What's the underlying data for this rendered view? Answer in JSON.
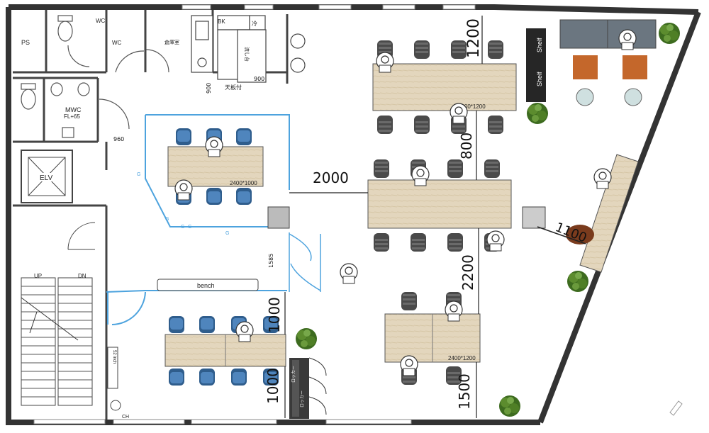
{
  "rooms": {
    "ps": "PS",
    "wc_left": "WC",
    "wc_upper": "WC",
    "storage": "倉庫室",
    "mwc": "MWC",
    "mwc_level": "FL+65",
    "elv": "ELV",
    "bk": "BK",
    "ref": "冷"
  },
  "kitchen": {
    "counter_label": "流し台",
    "counter_dim": "900",
    "counter_note": "天板付"
  },
  "shelves": [
    "Shelf",
    "Shelf"
  ],
  "stairs": {
    "up": "UP",
    "dn": "DN"
  },
  "bench": "bench",
  "printer_label": "52 inch",
  "ch_label": "CH",
  "tables": {
    "top_right": "3600*1200",
    "meeting": "2400*1000",
    "bottom_right": "2400*1200"
  },
  "dimensions": {
    "d1200": "1200",
    "d800": "800",
    "d2000": "2000",
    "d2200": "2200",
    "d1500": "1500",
    "d1000a": "1000",
    "d1000b": "1000",
    "d1100": "1100",
    "d1585": "1585",
    "d960": "960",
    "d900": "900"
  },
  "glass_marks": [
    "G",
    "G",
    "G",
    "G",
    "G"
  ],
  "locker_labels": [
    "ロッカー",
    "ロッカー"
  ]
}
